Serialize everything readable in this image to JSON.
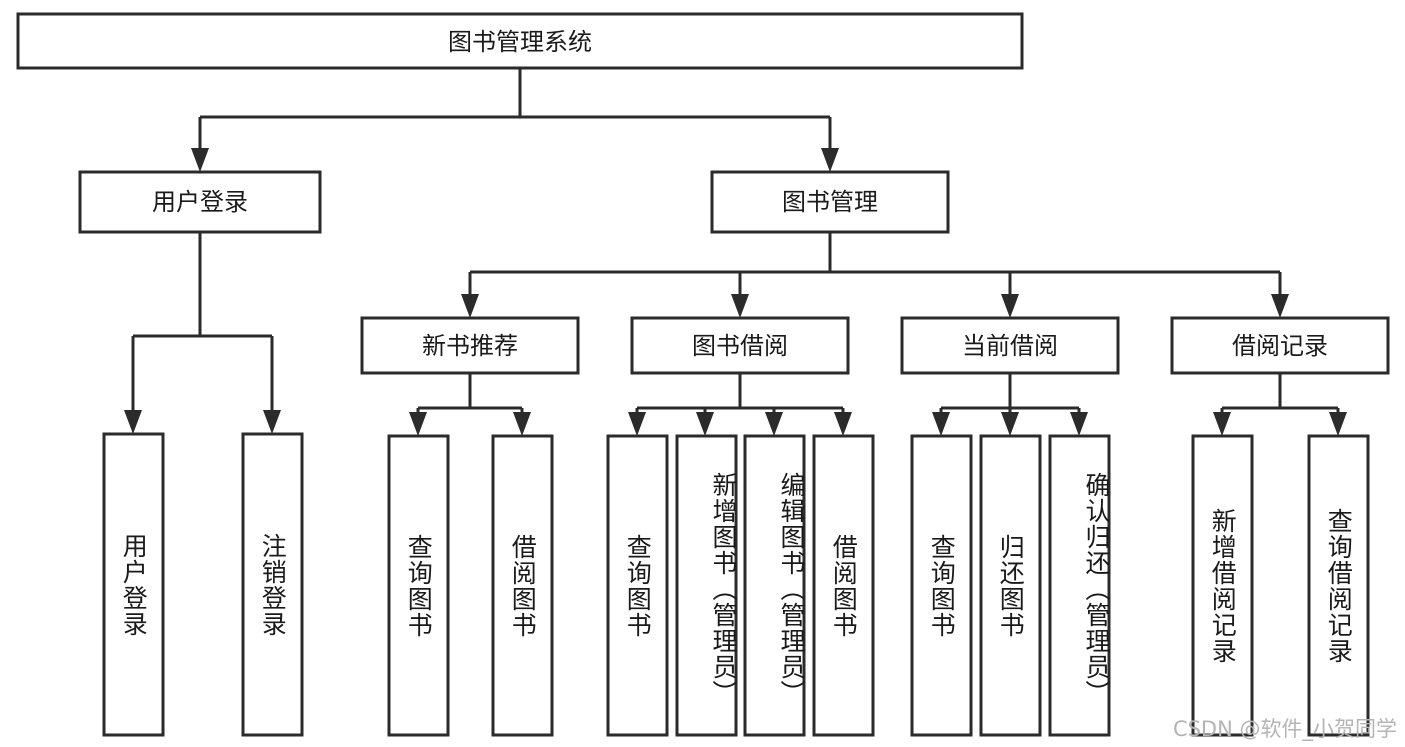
{
  "diagram": {
    "type": "tree",
    "title": "图书管理系统",
    "colors": {
      "box_fill": "#ffffff",
      "box_stroke": "#2b2b2b",
      "text": "#1a1a1a",
      "watermark": "#b4b4b4"
    },
    "root": {
      "label": "图书管理系统"
    },
    "level2": [
      {
        "label": "用户登录"
      },
      {
        "label": "图书管理"
      }
    ],
    "level3": [
      {
        "label": "新书推荐"
      },
      {
        "label": "图书借阅"
      },
      {
        "label": "当前借阅"
      },
      {
        "label": "借阅记录"
      }
    ],
    "leaves": {
      "user_login": [
        {
          "label": "用户登录"
        },
        {
          "label": "注销登录"
        }
      ],
      "new_book": [
        {
          "label": "查询图书"
        },
        {
          "label": "借阅图书"
        }
      ],
      "book_borrow": [
        {
          "label": "查询图书"
        },
        {
          "label": "新增图书（管理员）"
        },
        {
          "label": "编辑图书（管理员）"
        },
        {
          "label": "借阅图书"
        }
      ],
      "current_borrow": [
        {
          "label": "查询图书"
        },
        {
          "label": "归还图书"
        },
        {
          "label": "确认归还（管理员）"
        }
      ],
      "borrow_record": [
        {
          "label": "新增借阅记录"
        },
        {
          "label": "查询借阅记录"
        }
      ]
    }
  },
  "watermark": {
    "text": "CSDN @软件_小贺同学"
  }
}
